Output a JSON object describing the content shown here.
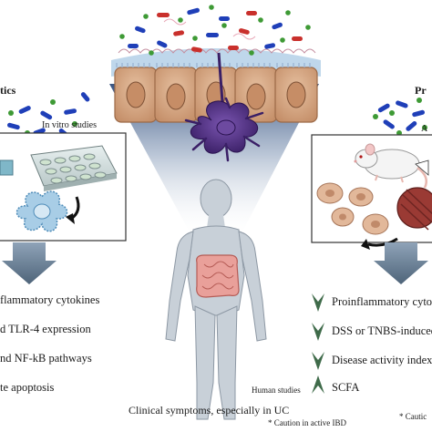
{
  "left_panel": {
    "title_fragment": "tics",
    "in_vitro_label": "In vitro studies",
    "items": [
      "flammatory cytokines",
      "d TLR-4 expression",
      "nd NF-kB pathways",
      "te apoptosis"
    ]
  },
  "right_panel": {
    "title_fragment": "Pr",
    "letter_fragment": "A",
    "items": [
      "Proinflammatory cyto",
      "DSS or TNBS-induced",
      "Disease activity index",
      "SCFA"
    ],
    "caution_fragment": "* Cautic"
  },
  "center": {
    "human_studies_label": "Human studies",
    "clinical_label": "Clinical symptoms, especially in UC",
    "caution_label": "* Caution in active IBD"
  },
  "colors": {
    "bacteria_blue": "#1f3fb8",
    "bacteria_red": "#c9302c",
    "bacteria_green": "#3e9a35",
    "dendritic_cell": "#4a2a7a",
    "epithelium": "#d8ab86",
    "mucus": "#a9c9e4",
    "body_gray": "#c8d0d8",
    "intestine": "#e9a09a",
    "arrow_blue": "#5e7389",
    "chevron_green": "#3f6b4a"
  },
  "icons": [
    "bacteria-icon",
    "dendritic-cell-icon",
    "cell-culture-plate-icon",
    "mouse-icon",
    "down-arrow-icon",
    "chevron-down-icon",
    "chevron-up-icon",
    "curved-arrow-icon"
  ]
}
